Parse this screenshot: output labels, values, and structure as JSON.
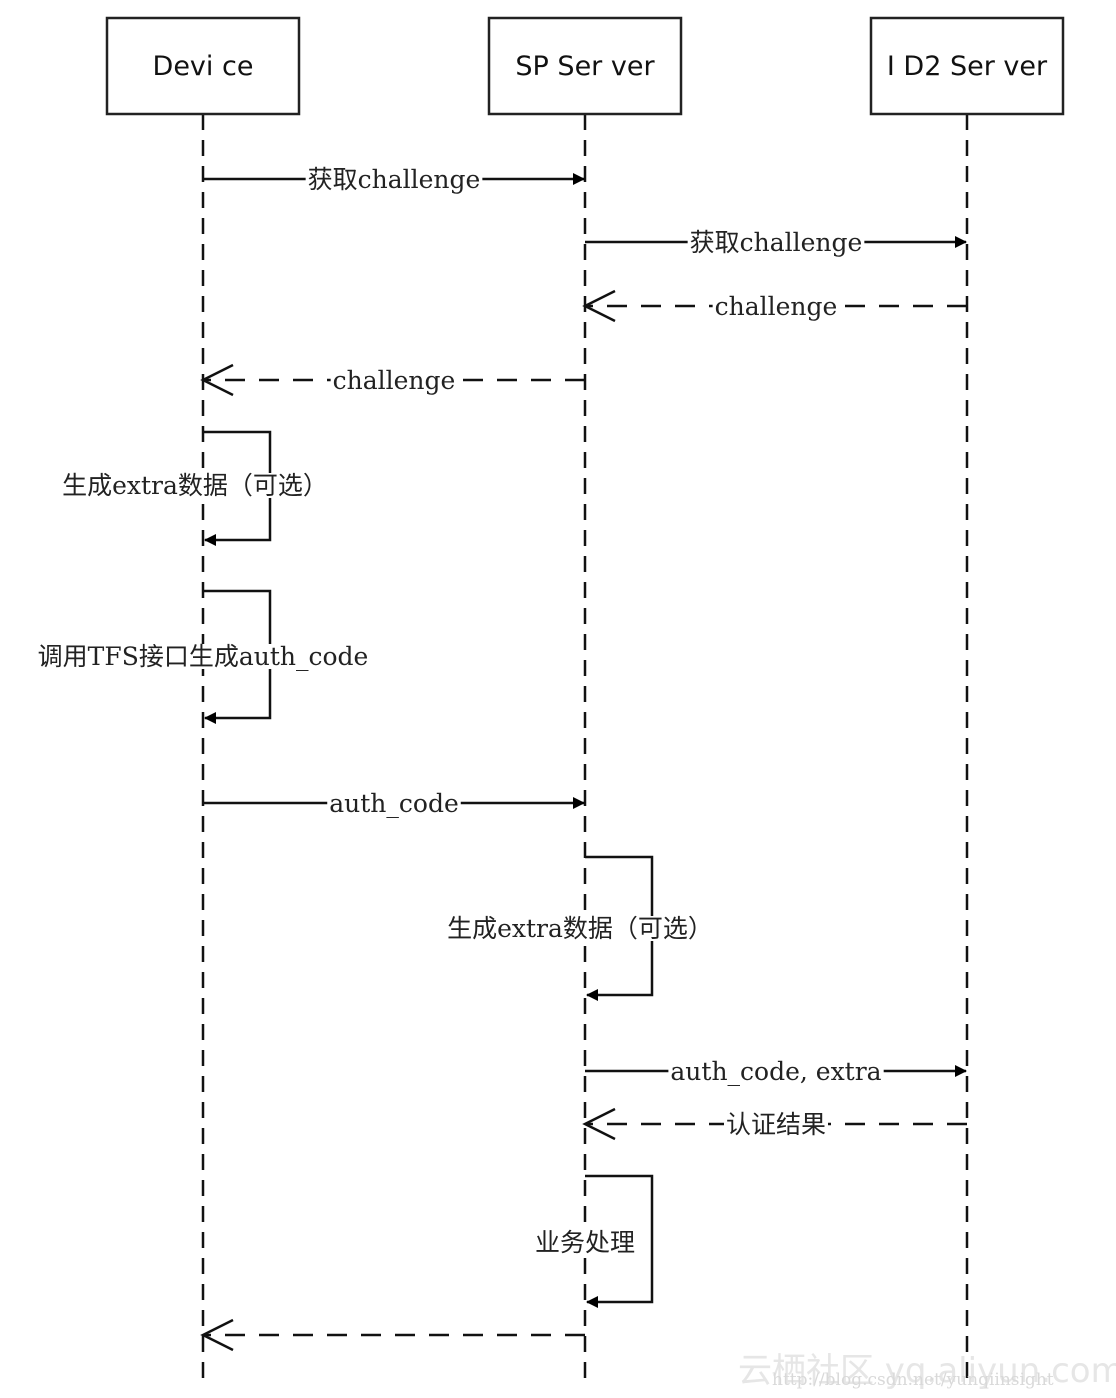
{
  "title": "ID2 authentication sequence diagram",
  "participants": [
    {
      "id": "device",
      "label": "Devi ce"
    },
    {
      "id": "sp",
      "label": "SP Ser ver"
    },
    {
      "id": "id2",
      "label": "I D2 Ser ver"
    }
  ],
  "messages": [
    {
      "type": "sync",
      "from": "device",
      "to": "sp",
      "label": "获取challenge"
    },
    {
      "type": "sync",
      "from": "sp",
      "to": "id2",
      "label": "获取challenge"
    },
    {
      "type": "reply",
      "from": "id2",
      "to": "sp",
      "label": "challenge"
    },
    {
      "type": "reply",
      "from": "sp",
      "to": "device",
      "label": "challenge"
    },
    {
      "type": "self",
      "from": "device",
      "to": "device",
      "label": "生成extra数据（可选）"
    },
    {
      "type": "self",
      "from": "device",
      "to": "device",
      "label": "调用TFS接口生成auth_code"
    },
    {
      "type": "sync",
      "from": "device",
      "to": "sp",
      "label": "auth_code"
    },
    {
      "type": "self",
      "from": "sp",
      "to": "sp",
      "label": "生成extra数据（可选）"
    },
    {
      "type": "sync",
      "from": "sp",
      "to": "id2",
      "label": "auth_code, extra"
    },
    {
      "type": "reply",
      "from": "id2",
      "to": "sp",
      "label": "认证结果"
    },
    {
      "type": "self",
      "from": "sp",
      "to": "sp",
      "label": "业务处理"
    },
    {
      "type": "reply",
      "from": "sp",
      "to": "device",
      "label": ""
    }
  ],
  "watermark": {
    "primary": "云栖社区 yq.aliyun.com",
    "secondary": "http://blog.csdn.net/yunqiinsight"
  }
}
